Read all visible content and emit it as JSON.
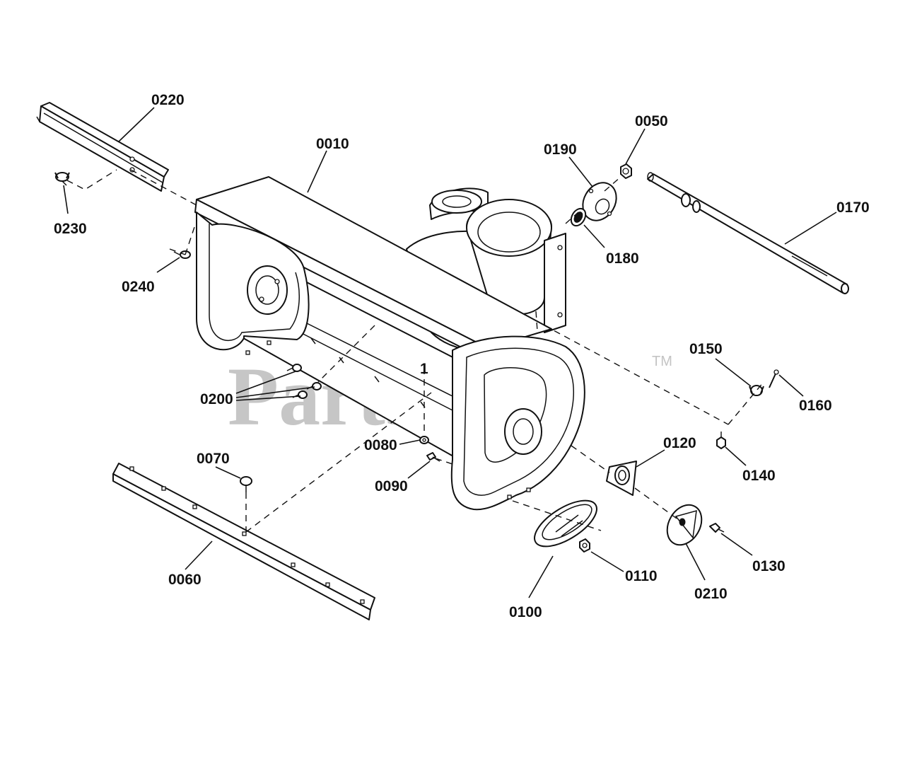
{
  "watermark": {
    "text": "PartsTree",
    "trademark": "TM"
  },
  "parts": [
    {
      "id": "p0010",
      "label": "0010"
    },
    {
      "id": "p0050",
      "label": "0050"
    },
    {
      "id": "p0060",
      "label": "0060"
    },
    {
      "id": "p0070",
      "label": "0070"
    },
    {
      "id": "p0080",
      "label": "0080"
    },
    {
      "id": "p0090",
      "label": "0090"
    },
    {
      "id": "p0100",
      "label": "0100"
    },
    {
      "id": "p0110",
      "label": "0110"
    },
    {
      "id": "p0120",
      "label": "0120"
    },
    {
      "id": "p0130",
      "label": "0130"
    },
    {
      "id": "p0140",
      "label": "0140"
    },
    {
      "id": "p0150",
      "label": "0150"
    },
    {
      "id": "p0160",
      "label": "0160"
    },
    {
      "id": "p0170",
      "label": "0170"
    },
    {
      "id": "p0180",
      "label": "0180"
    },
    {
      "id": "p0190",
      "label": "0190"
    },
    {
      "id": "p0200",
      "label": "0200"
    },
    {
      "id": "p0210",
      "label": "0210"
    },
    {
      "id": "p0220",
      "label": "0220"
    },
    {
      "id": "p0230",
      "label": "0230"
    },
    {
      "id": "p0240",
      "label": "0240"
    }
  ],
  "reference_mark": "1"
}
